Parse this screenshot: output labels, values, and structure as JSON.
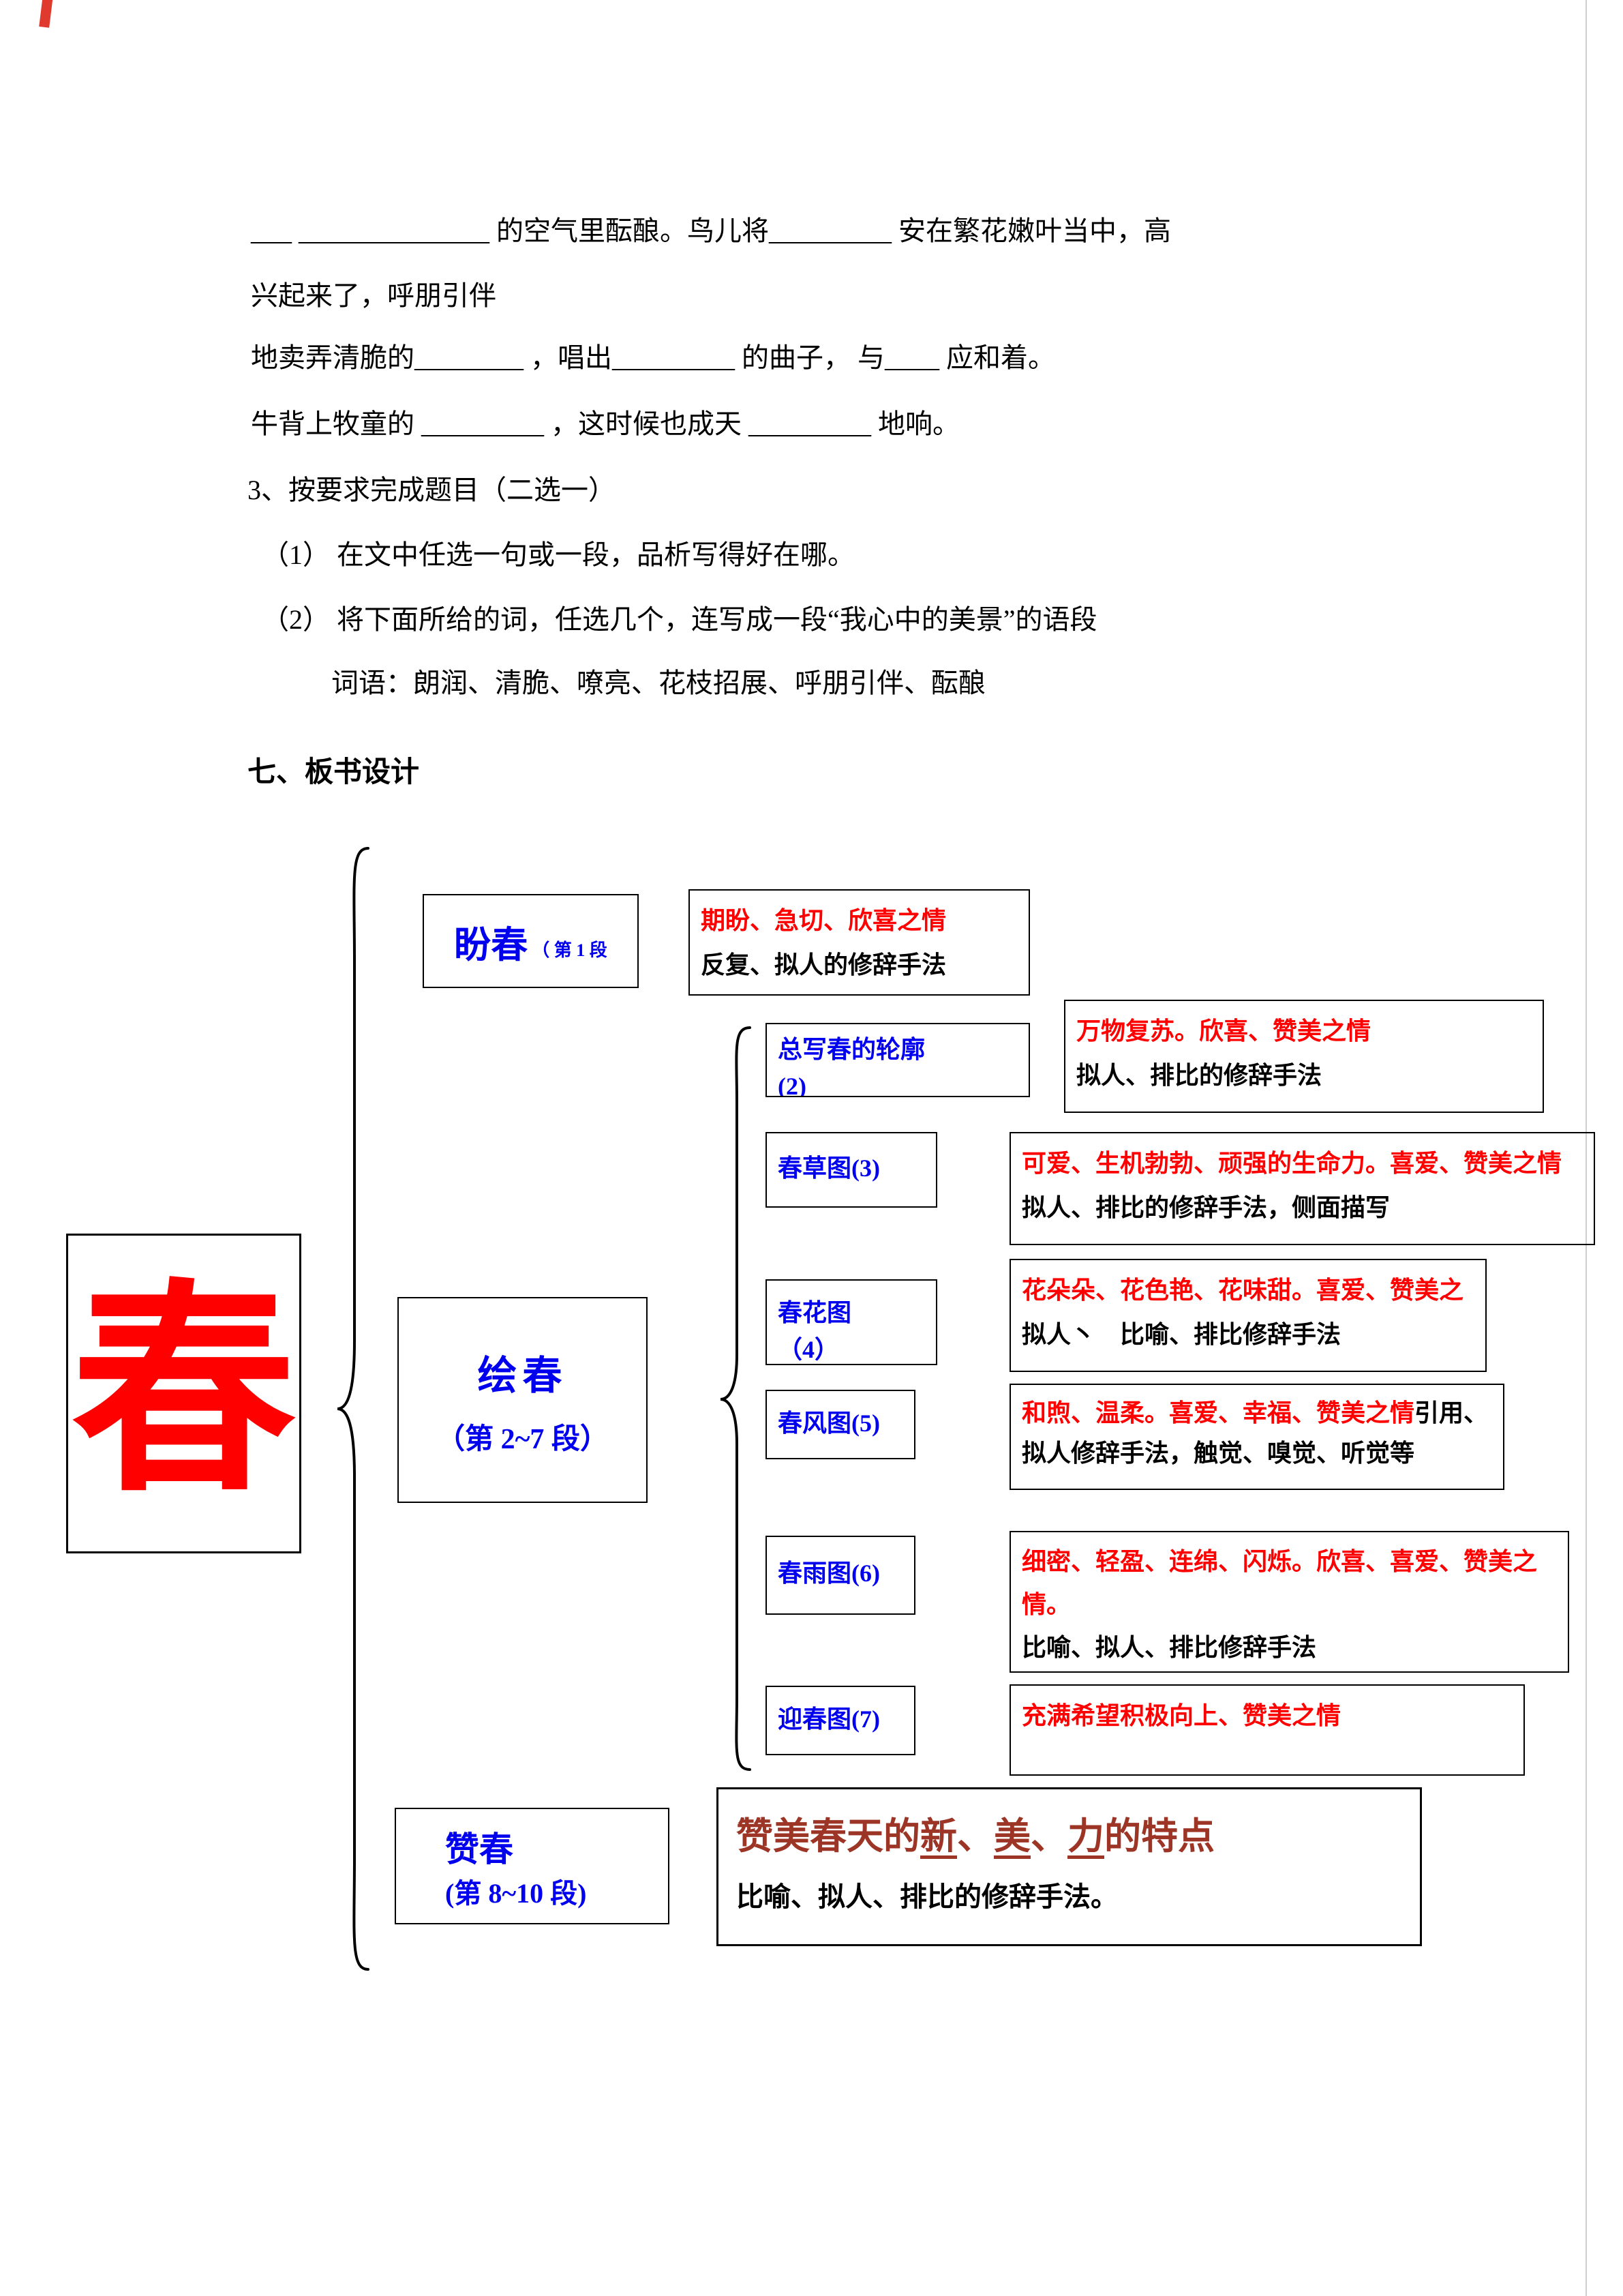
{
  "colors": {
    "accent_blue": "#0000EE",
    "accent_red": "#FF0000",
    "dark_red": "#9C3526"
  },
  "exercise": {
    "lines": [
      "___ ______________ 的空气里酝酿。鸟儿将_________ 安在繁花嫩叶当中，高",
      "兴起来了，呼朋引伴",
      "地卖弄清脆的________ ，唱出_________ 的曲子， 与____ 应和着。",
      "牛背上牧童的 _________ ，这时候也成天 _________ 地响。"
    ],
    "q3_title": "3、按要求完成题目（二选一）",
    "q3_items": [
      "（1） 在文中任选一句或一段，品析写得好在哪。",
      "（2） 将下面所给的词，任选几个，连写成一段“我心中的美景”的语段"
    ],
    "words_line": "词语：朗润、清脆、嘹亮、花枝招展、呼朋引伴、酝酿"
  },
  "board_heading": "七、板书设计",
  "diagram": {
    "root_char": "春",
    "stage1": {
      "label": "盼春",
      "seg": "（ 第 1 段",
      "note_red": "期盼、急切、欣喜之情",
      "note_black": "反复、拟人的修辞手法"
    },
    "stage2": {
      "label": "绘春",
      "seg": "（第 2~7 段）"
    },
    "branches": [
      {
        "label": "总写春的轮廓",
        "label2": "(2)",
        "note_red": "万物复苏。欣喜、赞美之情",
        "note_black": "拟人、排比的修辞手法"
      },
      {
        "label": "春草图(3)",
        "note_red": "可爱、生机勃勃、顽强的生命力。喜爱、赞美之情",
        "note_black": "拟人、排比的修辞手法，侧面描写"
      },
      {
        "label": "春花图",
        "label2": "（4）",
        "note_red": "花朵朵、花色艳、花味甜。喜爱、赞美之",
        "note_black": "拟人丶　比喻、排比修辞手法"
      },
      {
        "label": "春风图(5)",
        "note_red": "和煦、温柔。喜爱、幸福、赞美之情",
        "note_black": "引用、拟人修辞手法，触觉、嗅觉、听觉等"
      },
      {
        "label": "春雨图(6)",
        "note_red": "细密、轻盈、连绵、闪烁。欣喜、喜爱、赞美之情。",
        "note_black": "比喻、拟人、排比修辞手法"
      },
      {
        "label": "迎春图(7)",
        "note_red": "充满希望积极向上、赞美之情"
      }
    ],
    "stage3": {
      "label": "赞春",
      "seg": "(第 8~10 段)",
      "note": {
        "prefix": "赞美春天的",
        "u1": "新",
        "sep1": "、",
        "u2": "美",
        "sep2": "、",
        "u3": "力",
        "suffix": "的特点",
        "method": "比喻、拟人、排比的修辞手法。"
      }
    }
  }
}
